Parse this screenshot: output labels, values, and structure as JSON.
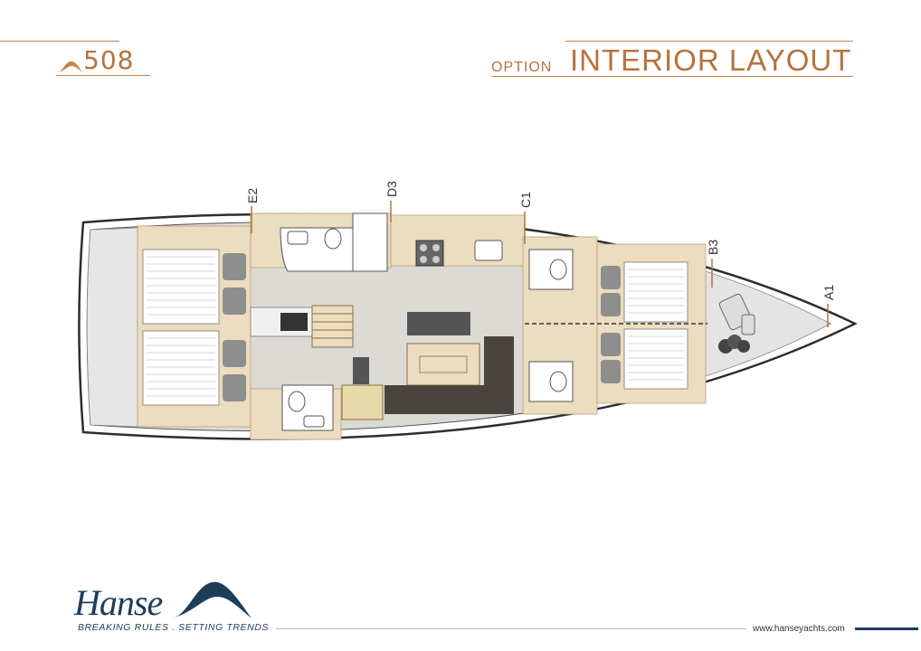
{
  "header": {
    "model": "508",
    "option": "OPTION",
    "title": "INTERIOR LAYOUT"
  },
  "zones": {
    "e2": "E2",
    "d3": "D3",
    "c1": "C1",
    "b3": "B3",
    "a1": "A1"
  },
  "footer": {
    "brand": "Hanse",
    "tagline": "BREAKING RULES . SETTING TRENDS",
    "website": "www.hanseyachts.com"
  },
  "colors": {
    "accent": "#b5733f",
    "wood": "#ecdcc0",
    "floor": "#d9d8d4",
    "navy": "#1d3d5a"
  }
}
